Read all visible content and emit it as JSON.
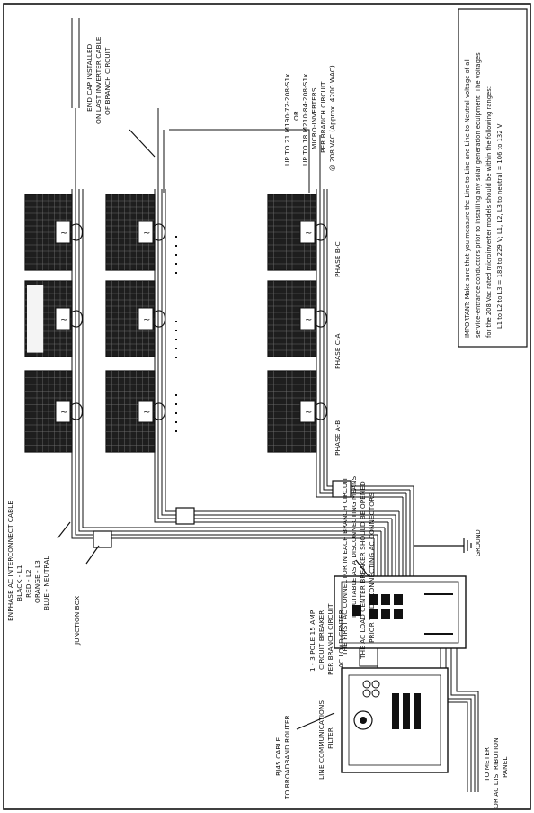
{
  "labels": {
    "enphase_cable": [
      "ENPHASE AC INTERCONNECT CABLE",
      "BLACK - L1",
      "RED - L2",
      "ORANGE - L3",
      "BLUE - NEUTRAL"
    ],
    "junction_box": "JUNCTION BOX",
    "breaker": [
      "1 - 3 POLE 15 AMP",
      "CIRCUIT BREAKER",
      "PER BRANCH CIRCUIT",
      "AC LOAD CENTER"
    ],
    "line_filter": [
      "LINE COMMUNICATIONS",
      "FILTER"
    ],
    "rj45": [
      "RJ45 CABLE",
      "TO BROADBAND ROUTER"
    ],
    "to_meter": [
      "TO METER",
      "OR AC DISTRIBUTION",
      "PANEL"
    ],
    "end_cap": [
      "END CAP INSTALLED",
      "ON LAST INVERTER CABLE",
      "OF BRANCH CIRCUIT"
    ],
    "limits": [
      "UP TO 21 M190-72-208-S1x",
      "OR",
      "UP TO 18 M210-84-208-S1x",
      "MICRO-INVERTERS",
      "PER BRANCH CIRCUIT",
      "@ 208 VAC (Approx. 4200 WAC)"
    ],
    "first_connector": [
      "THE FIRST AC CONNECTOR IN EACH BRANCH CIRCUIT",
      "IS SUITABLE AS A DISCONNECTING MEANS",
      "THE AC LOAD CENTER BREAKER SHOULD BE OPENED",
      "PRIOR TO DISCONNECTING AC CONNECTORS"
    ],
    "phases": [
      "PHASE A-B",
      "PHASE C-A",
      "PHASE B-C"
    ],
    "ground": "GROUND",
    "important": [
      "IMPORTANT: Make sure that you measure the Line-to-Line and Line-to-Neutral voltage of all",
      "service-entrance conductors prior to installing any solar generation equipment. The voltages",
      "for the 208 Vac rated microinverter models should be within the following ranges:",
      "L1 to L2 to L3 = 183 to 229 V; L1, L2, L3 to neutral = 106 to 132 V"
    ]
  },
  "colors": {
    "ink": "#111111",
    "paper": "#ffffff",
    "panel_fill": "#1e1e1e"
  }
}
